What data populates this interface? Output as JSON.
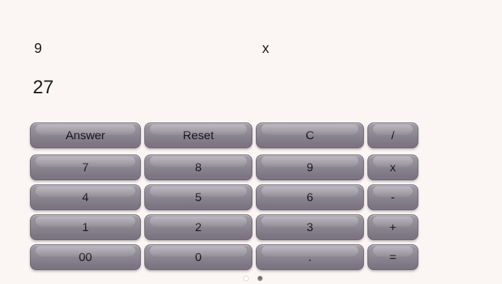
{
  "display": {
    "first_operand": "9",
    "operator": "x",
    "result": "27"
  },
  "keypad": {
    "rows": [
      [
        "Answer",
        "Reset",
        "C",
        "/"
      ],
      [
        "7",
        "8",
        "9",
        "x"
      ],
      [
        "4",
        "5",
        "6",
        "-"
      ],
      [
        "1",
        "2",
        "3",
        "+"
      ],
      [
        "00",
        "0",
        ".",
        "="
      ]
    ]
  },
  "page_indicator": {
    "dots": [
      {
        "state": "inactive"
      },
      {
        "state": "active"
      }
    ]
  },
  "colors": {
    "background": "#fbf6f3",
    "button_top": "#aaa6af",
    "button_bottom": "#797480",
    "button_border": "#69646f",
    "button_text": "#141414",
    "display_text": "#1c1c1c"
  }
}
